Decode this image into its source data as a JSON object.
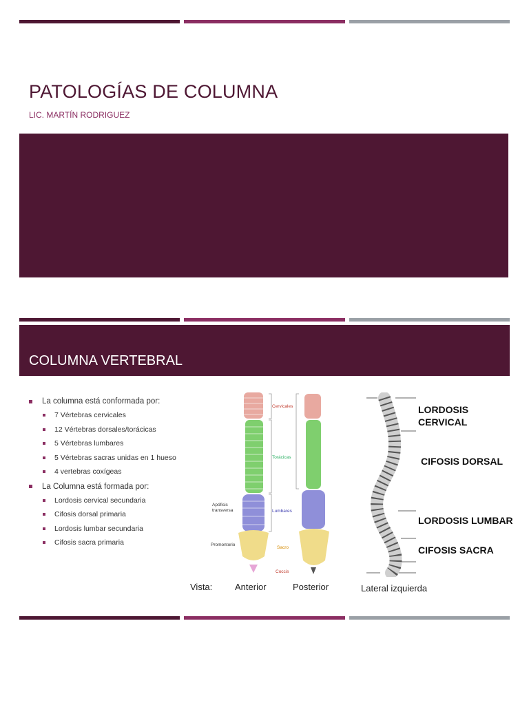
{
  "slide1": {
    "title": "PATOLOGÍAS DE COLUMNA",
    "subtitle": "LIC. MARTÍN RODRIGUEZ"
  },
  "slide2": {
    "title": "COLUMNA VERTEBRAL",
    "bullets": [
      {
        "text": "La columna está conformada por:",
        "subitems": [
          "7  Vértebras cervicales",
          "12 Vértebras dorsales/torácicas",
          "5 Vértebras lumbares",
          "5 Vértebras sacras unidas en 1 hueso",
          "4 vertebras coxígeas"
        ]
      },
      {
        "text": "La Columna está formada por:",
        "subitems": [
          "Lordosis cervical secundaria",
          "Cifosis dorsal primaria",
          "Lordosis lumbar secundaria",
          "Cifosis sacra primaria"
        ]
      }
    ],
    "figure_labels": {
      "cervicales": "Cervicales",
      "toracicas": "Torácicas",
      "lumbares": "Lumbares",
      "sacro": "Sacro",
      "coccis": "Coccis",
      "apofisis": "Apófisis",
      "transversa": "transversa",
      "promontorio": "Promontorio"
    },
    "lateral_labels": {
      "lordosis_cervical_1": "LORDOSIS",
      "lordosis_cervical_2": "CERVICAL",
      "cifosis_dorsal": "CIFOSIS DORSAL",
      "lordosis_lumbar": "LORDOSIS LUMBAR",
      "cifosis_sacra": "CIFOSIS SACRA"
    },
    "captions": {
      "vista": "Vista:",
      "anterior": "Anterior",
      "posterior": "Posterior",
      "lateral": "Lateral izquierda"
    }
  },
  "colors": {
    "primary": "#4e1733",
    "accent": "#8b2e62",
    "gray": "#9aa0a6",
    "cervical": "#e8a9a0",
    "thoracic": "#7fcf6e",
    "lumbar": "#8f8fd9",
    "sacrum": "#f0dc8a",
    "coccyx": "#e6a6d6"
  }
}
